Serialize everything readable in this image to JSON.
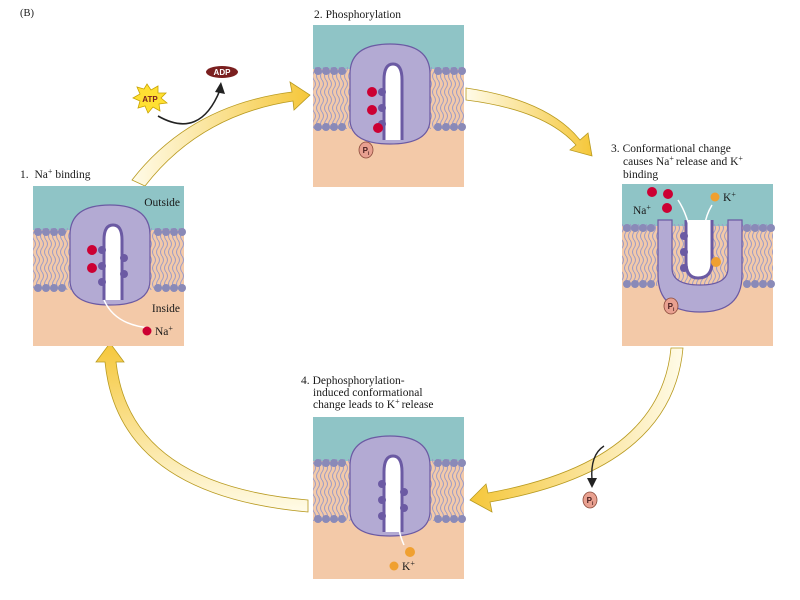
{
  "panel_label": "(B)",
  "colors": {
    "extracellular": "#8fc4c6",
    "cytoplasm": "#f3c9a8",
    "lipid_head": "#8a8ab8",
    "lipid_tail": "#ffffff",
    "pump": "#b3aad3",
    "pump_dark": "#6b5aa3",
    "sodium": "#cc0033",
    "potassium": "#f0a030",
    "phosphate": "#e8a090",
    "arrow_fill": "#f5c73a",
    "atp_burst": "#ffe033",
    "adp_badge": "#7a1f1f"
  },
  "steps": [
    {
      "number": "1.",
      "title_pre": "Na",
      "sup": "+",
      "title_post": " binding",
      "outside_label": "Outside",
      "inside_label": "Inside",
      "ion_legend_pre": "Na",
      "ion_legend_sup": "+"
    },
    {
      "number": "2.",
      "title": "Phosphorylation",
      "phosphate_label": "P",
      "phosphate_sub": "i"
    },
    {
      "number": "3.",
      "lines": [
        "Conformational change",
        "causes Na",
        "release and K",
        "binding"
      ],
      "sup": "+",
      "ion_na_pre": "Na",
      "ion_na_sup": "+",
      "ion_k_pre": "K",
      "ion_k_sup": "+",
      "phosphate_label": "P",
      "phosphate_sub": "i"
    },
    {
      "number": "4.",
      "lines": [
        "Dephosphorylation-",
        "induced conformational",
        "change leads to K",
        "release"
      ],
      "sup": "+",
      "ion_legend_pre": "K",
      "ion_legend_sup": "+"
    }
  ],
  "atp_label": "ATP",
  "adp_label": "ADP",
  "released_phosphate": {
    "label": "P",
    "sub": "i"
  }
}
